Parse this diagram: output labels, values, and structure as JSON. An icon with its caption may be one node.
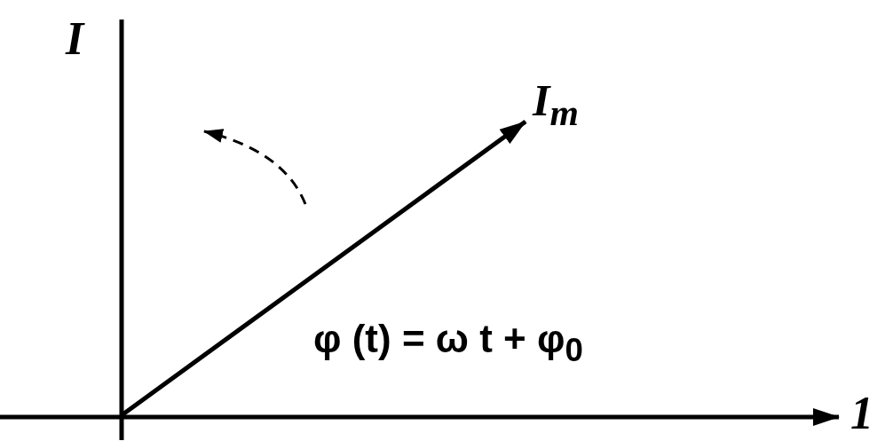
{
  "diagram": {
    "labels": [
      "I",
      "I$_{m}$",
      "φ (t) = ω t + φ$_{0}$",
      "1"
    ]
  }
}
